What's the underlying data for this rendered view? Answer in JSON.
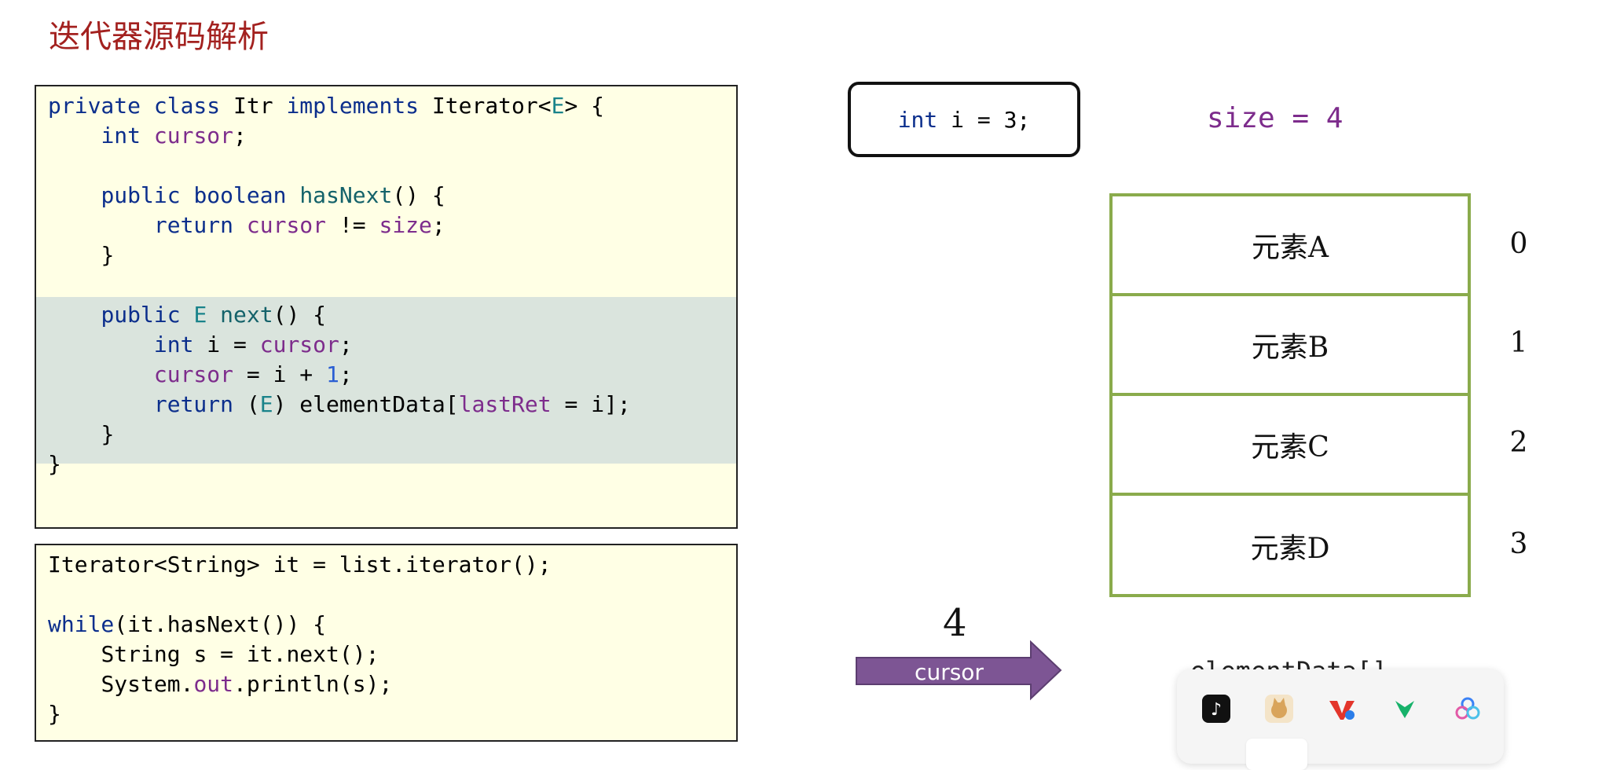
{
  "title": "迭代器源码解析",
  "int_box": "int i = 3;",
  "size_label": "size = 4",
  "array": {
    "elements": [
      "元素A",
      "元素B",
      "元素C",
      "元素D"
    ],
    "indices": [
      "0",
      "1",
      "2",
      "3"
    ],
    "name": "elementData[]",
    "border_color": "#8aab4c"
  },
  "cursor": {
    "value": "4",
    "label": "cursor",
    "color": "#7d5594"
  },
  "code1": {
    "l1": [
      "private class",
      "Itr",
      "implements",
      "Iterator<",
      "E",
      "> {"
    ],
    "l2": [
      "int",
      "cursor",
      ";"
    ],
    "l3": [
      "public boolean",
      "hasNext",
      "() {"
    ],
    "l4": [
      "return",
      "cursor",
      "!=",
      "size",
      ";"
    ],
    "l5": "}",
    "l6": [
      "public",
      "E",
      "next",
      "() {"
    ],
    "l7": [
      "int",
      "i = ",
      "cursor",
      ";"
    ],
    "l8": [
      "cursor",
      " = i + ",
      "1",
      ";"
    ],
    "l9": [
      "return",
      "(",
      "E",
      ") elementData[",
      "lastRet",
      " = i];"
    ],
    "l10": "}",
    "l11": "}"
  },
  "code2": {
    "l1": "Iterator<String> it = list.iterator();",
    "l2": [
      "while",
      "(it.hasNext()) {"
    ],
    "l3": "String s = it.next();",
    "l4": [
      "System.",
      "out",
      ".println(s);"
    ],
    "l5": "}"
  },
  "dock_icons": [
    "tiktok-icon",
    "cat-app-icon",
    "vs-app-icon",
    "green-app-icon",
    "cloud-app-icon"
  ]
}
